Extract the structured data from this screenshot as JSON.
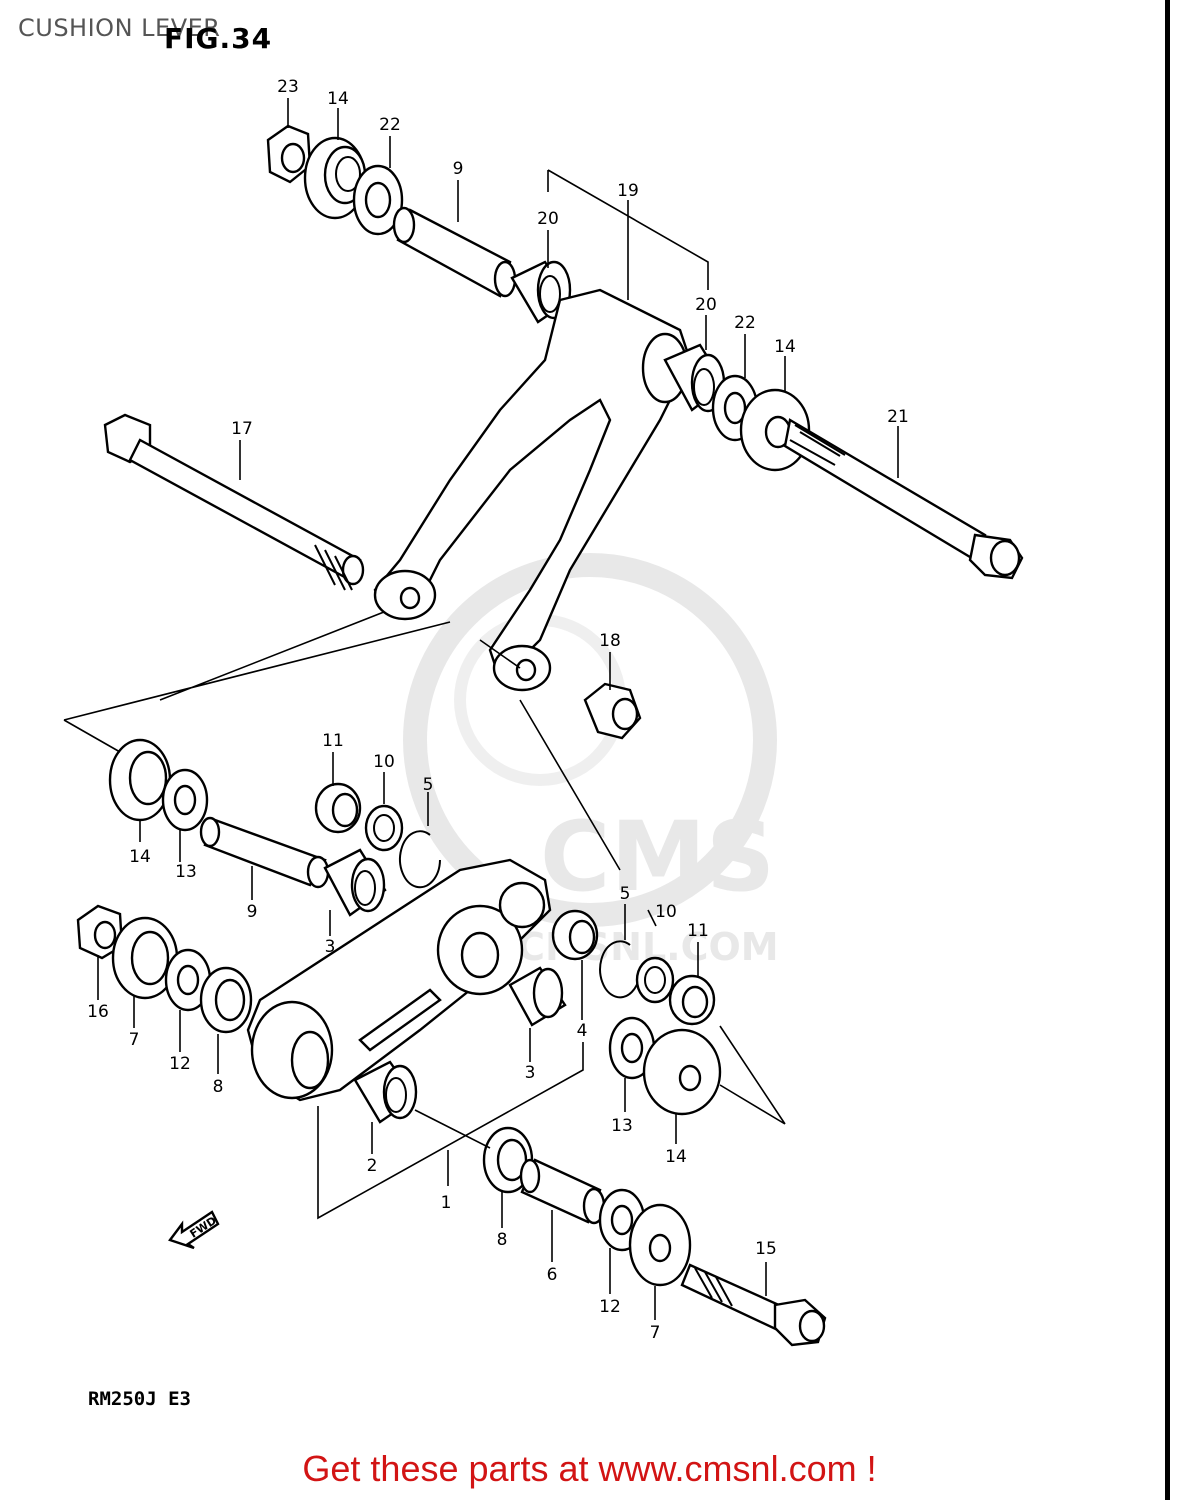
{
  "page_title": "CUSHION LEVER",
  "figure_label": "FIG.34",
  "model_code": "RM250J  E3",
  "promo_text": "Get these parts at www.cmsnl.com !",
  "watermark": {
    "logo_text": "CMS",
    "url_text": "WWW.CMSNL.COM"
  },
  "fwd_label": "FWD",
  "part_numbers": {
    "p23": "23",
    "p14a": "14",
    "p22a": "22",
    "p9a": "9",
    "p20a": "20",
    "p19": "19",
    "p20b": "20",
    "p22b": "22",
    "p14b": "14",
    "p21": "21",
    "p17": "17",
    "p18": "18",
    "p11a": "11",
    "p10a": "10",
    "p5a": "5",
    "p14c": "14",
    "p13a": "13",
    "p9b": "9",
    "p3a": "3",
    "p5b": "5",
    "p10b": "10",
    "p11b": "11",
    "p16": "16",
    "p7a": "7",
    "p12a": "12",
    "p8a": "8",
    "p4": "4",
    "p3b": "3",
    "p13b": "13",
    "p14d": "14",
    "p2": "2",
    "p1": "1",
    "p8b": "8",
    "p6": "6",
    "p12b": "12",
    "p7b": "7",
    "p15": "15"
  }
}
